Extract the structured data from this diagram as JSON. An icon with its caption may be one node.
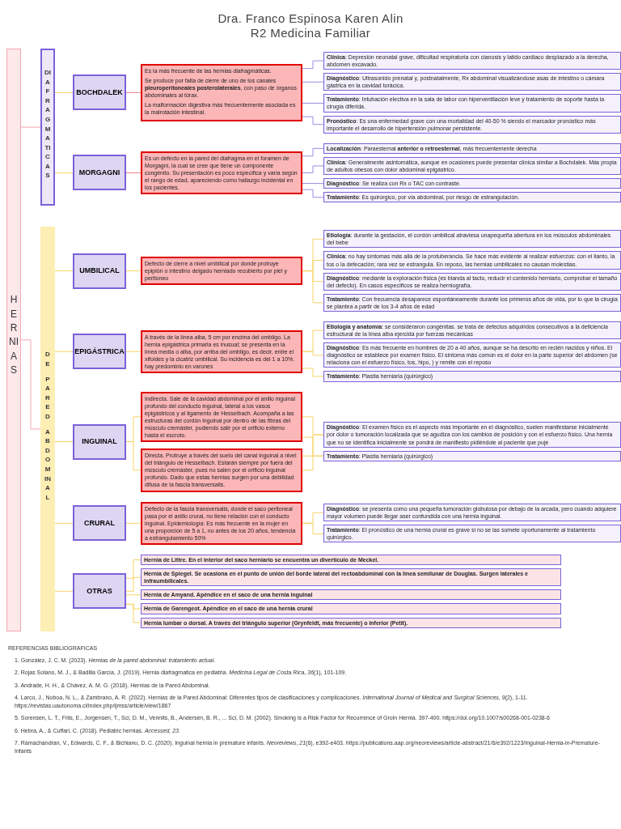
{
  "diagram": {
    "title": "Dra. Franco Espinosa Karen Alin",
    "nodes": [
      {
        "text": [
          "HERNIAS"
        ]
      },
      {
        "text": [
          "DIAFRAGMATICAS"
        ]
      },
      {
        "text": [
          "BOCHDALEK"
        ]
      },
      {
        "text": [
          "Es la más frecuente de las hernias diafragmáticas.",
          "Se produce por falta de cierre de uno de los canales **pleuroperitoneales posterolaterales**, con paso de órganos abdominales al tórax.",
          "La malformación digestiva más frecuentemente asociada es la malrotación intestinal."
        ]
      },
      {
        "text": [
          "**Clínica**: Depresión neonatal grave, dificultad respiratoria con cianosis y latido cardiaco desplazado a la derecha, abdomen excavado."
        ]
      },
      {
        "text": [
          "**Diagnóstico**: Ultrasonido prenatal y, postnatalmente, Rx abdominal visualizándose asas de intestino o cámara gástrica en la cavidad torácica."
        ]
      },
      {
        "text": [
          "**Tratamiento**: Intubación electiva en la sala de labor con hiperventilación leve y tratamiento de soporte hasta la cirugía diferida."
        ]
      },
      {
        "text": [
          "**Pronóstico**: Es una enfermedad grave con una mortalidad del 40-50 % siendo el marcador pronóstico más importante el desarrollo de hipertensión pulmonar persistente."
        ]
      },
      {
        "text": [
          "MORGAGNI"
        ]
      },
      {
        "text": [
          "Es un defecto en la pared del diafragma en el foramen de Morgagni, la cual se cree que tiene un componente congénito. Su presentación es poco específica y varía según el rango de edad, apareciendo como hallazgo incidental en los pacientes."
        ]
      },
      {
        "text": [
          "**Localización**: Paraesternal **anterior o retroesternal**, más frecuentemente derecha"
        ]
      },
      {
        "text": [
          "**Clínica**: Generalmente asintomática, aunque en ocasiones puede presentar clínica similar a Bochdalek. Más propia de adultos obesos con dolor abdominal epigástrico."
        ]
      },
      {
        "text": [
          "**Diagnóstico**: Se realiza con Rx o TAC con contraste."
        ]
      },
      {
        "text": [
          "**Tratamiento**: Es quirúrgico, por vía abdominal, por riesgo de estrangulación."
        ]
      },
      {
        "text": [
          "DE PARED ABDOMINAL"
        ]
      },
      {
        "text": [
          "UMBILICAL"
        ]
      },
      {
        "text": [
          "Defecto de cierre a nivel umbilical por donde protruye epiplón o intestino delgado herniado recubierto por piel y peritoneo"
        ]
      },
      {
        "text": [
          "**Etiología**: durante la gestación, el cordón umbilical atraviesa unapequeña abertura en los músculos abdominales del bebe"
        ]
      },
      {
        "text": [
          "**Clínica**: no hay síntomas más allá de la protuberancia. Se hace más evidente al realizar esfuerzos: con el llanto, la tos o la defecación; rara vez se estrangula. En reposo, las hernias umbilicales no causan molestias."
        ]
      },
      {
        "text": [
          "**Diagnóstico**: mediante la exploración física (es blanda al tacto, reducir el contenido herniario, comprobar el tamaño del defecto). En casos específicos se realiza herniografía."
        ]
      },
      {
        "text": [
          "**Tratamiento**: Con frecuencia desaparece espontáneamente durante los primeros años de vida, por lo que la cirugía se plantea a partir de los 3-4 años de edad"
        ]
      },
      {
        "text": [
          "EPIGÁSTRICA"
        ]
      },
      {
        "text": [
          "A través de la línea alba, 5 cm por encima del ombligo. La hernia epigástrica primaria es inusual; se presenta en la línea media o alba, por arriba del ombligo, es decir, entre el xifoides y la cicatriz umbilical. Su incidencia es del 1 a 10%. hay predominio en varones"
        ]
      },
      {
        "text": [
          "**Etiología y anatomía**: se consideraron congénitas. se trata de defectos adquiridos consecutivos a la deficiencia estructural de la línea alba ejercida por fuerzas mecánicas"
        ]
      },
      {
        "text": [
          "**Diagnóstico**: Es más frecuente en hombres de 20 a 40 años, aunque se ha descrito en recién nacidos y niños. El diagnóstico se establece por examen físico. El síntoma más común es el dolor en la parte superior del abdomen (se relaciona con el esfuerzo físico, tos, hipo, ) y remite con el reposo"
        ]
      },
      {
        "text": [
          "**Tratamiento**: Plastia herniaria (quirúrgico)"
        ]
      },
      {
        "text": [
          "INGUINAL"
        ]
      },
      {
        "text": [
          "Indirecta. Sale de la cavidad abdominal por el anillo inguinal profundo del conducto inguinal, lateral a los vasos epigástricos y al ligamento de Hesselbach. Acompaña a las estructuras del cordón inguinal por dentro de las fibras del músculo cremáster, pudiendo salir por el orificio externo hasta el escroto."
        ]
      },
      {
        "text": [
          "Directa. Protruye a través del suelo del canal inguinal a nivel del triángulo de Hesselbach. Estarán siempre por fuera del músculo cremáster, pues no salen por el orificio inguinal profundo. Dado que estas hernias surgen por una debilidad difusa de la fascia transversalis."
        ]
      },
      {
        "text": [
          "**Diagnóstico**: El examen físico es el aspecto más importante en el diagnóstico, suelen manifestarse inicialmente por dolor o tumoración localizada que se agudiza con los cambios de posición y con el esfuerzo físico. Una hernia que no se identifica inicialmente se pondrá de manifiesto pidiéndole al paciente que puje"
        ]
      },
      {
        "text": [
          "**Tratamiento**: Plastia herniaria (quirúrgico)"
        ]
      },
      {
        "text": [
          "CRURAL"
        ]
      },
      {
        "text": [
          "Defecto de la fascia transversalis, donde el saco peritoneal pasa por el anillo crural, no tiene relación con el conducto inguinal. Epidemiología: Es más frecuente en la mujer en una proporción de 5 a 1, no antes de los 20 años, tendencia a estrangulamiento 50%"
        ]
      },
      {
        "text": [
          "**Diagnóstico**: se presenta como una pequeña tumoración globulosa por debajo de la arcada, pero cuando adquiere mayor volumen puede llegar aser confundida con una hernia inguinal."
        ]
      },
      {
        "text": [
          "**Tratamiento**: El pronóstico de una hernia crural es grave si no se las somete oportunamente al tratamiento quirúrgico."
        ]
      },
      {
        "text": [
          "OTRAS"
        ]
      },
      {
        "text": [
          "Hernia de Littre. En el interior del saco herniario se encuentra un divertículo de Meckel."
        ]
      },
      {
        "text": [
          "Hernia de Spiegel. Se ocasiona en el punto de unión del borde lateral del rectoabdominal con la línea semilunar de Douglas. Surgen laterales e infraumbilicales."
        ]
      },
      {
        "text": [
          "Hernia de Amyand. Apéndice en el saco de una hernia inguinal"
        ]
      },
      {
        "text": [
          "Hernia de Garengeot. Apéndice en el saco de una hernia crural"
        ]
      },
      {
        "text": [
          "Hernia lumbar o dorsal. A través del triángulo superior (Grynfeldt, más frecuente) o inferior (Petit)."
        ]
      }
    ],
    "edges": [
      {
        "from": 0,
        "to": 1,
        "arrow": "none",
        "color": "#f4a6b0"
      },
      {
        "from": 0,
        "to": 14,
        "arrow": "none",
        "color": "#f4a6b0"
      },
      {
        "from": 1,
        "to": 2,
        "arrow": "none"
      },
      {
        "from": 2,
        "to": 3,
        "arrow": "none",
        "color": "#f08080"
      },
      {
        "from": 3,
        "to": 4,
        "arrow": "none",
        "color": "#9b8ee0"
      },
      {
        "from": 3,
        "to": 5,
        "arrow": "none",
        "color": "#9b8ee0"
      },
      {
        "from": 3,
        "to": 6,
        "arrow": "none",
        "color": "#9b8ee0"
      },
      {
        "from": 3,
        "to": 7,
        "arrow": "none",
        "color": "#9b8ee0"
      },
      {
        "from": 1,
        "to": 8,
        "arrow": "none"
      },
      {
        "from": 8,
        "to": 9,
        "arrow": "none",
        "color": "#f08080"
      },
      {
        "from": 9,
        "to": 10,
        "arrow": "none",
        "color": "#9b8ee0"
      },
      {
        "from": 9,
        "to": 11,
        "arrow": "none",
        "color": "#9b8ee0"
      },
      {
        "from": 9,
        "to": 12,
        "arrow": "none",
        "color": "#9b8ee0"
      },
      {
        "from": 9,
        "to": 13,
        "arrow": "none",
        "color": "#9b8ee0"
      },
      {
        "from": 14,
        "to": 15,
        "arrow": "none"
      },
      {
        "from": 15,
        "to": 16,
        "arrow": "none"
      },
      {
        "from": 16,
        "to": 17,
        "arrow": "none"
      },
      {
        "from": 16,
        "to": 18,
        "arrow": "none"
      },
      {
        "from": 16,
        "to": 19,
        "arrow": "none"
      },
      {
        "from": 16,
        "to": 20,
        "arrow": "none"
      },
      {
        "from": 14,
        "to": 21,
        "arrow": "none"
      },
      {
        "from": 21,
        "to": 22,
        "arrow": "none"
      },
      {
        "from": 22,
        "to": 23,
        "arrow": "none"
      },
      {
        "from": 22,
        "to": 24,
        "arrow": "none"
      },
      {
        "from": 22,
        "to": 25,
        "arrow": "none"
      },
      {
        "from": 14,
        "to": 26,
        "arrow": "none"
      },
      {
        "from": 26,
        "to": 27,
        "arrow": "none"
      },
      {
        "from": 26,
        "to": 28,
        "arrow": "none"
      },
      {
        "from": 27,
        "to": 29,
        "arrow": "none"
      },
      {
        "from": 27,
        "to": 30,
        "arrow": "none"
      },
      {
        "from": 28,
        "to": 29,
        "arrow": "none"
      },
      {
        "from": 28,
        "to": 30,
        "arrow": "none"
      },
      {
        "from": 14,
        "to": 31,
        "arrow": "none"
      },
      {
        "from": 31,
        "to": 32,
        "arrow": "none"
      },
      {
        "from": 32,
        "to": 33,
        "arrow": "none"
      },
      {
        "from": 32,
        "to": 34,
        "arrow": "none"
      },
      {
        "from": 14,
        "to": 35,
        "arrow": "none"
      },
      {
        "from": 35,
        "to": 36,
        "arrow": "none"
      },
      {
        "from": 35,
        "to": 37,
        "arrow": "none"
      },
      {
        "from": 35,
        "to": 38,
        "arrow": "none"
      },
      {
        "from": 35,
        "to": 39,
        "arrow": "none"
      },
      {
        "from": 35,
        "to": 40,
        "arrow": "none"
      }
    ],
    "labels": [
      "R2 Medicina Familiar",
      "REFERENCIAS BIBLIOGRAFICAS",
      "1. González, J. C. M. (2023). *Hernias de la pared abdominal: tratamiento actual*.",
      "2. Rojas Solano, M. J., & Badilla García, J. (2019). Hernia diafragmatica en pediatria. *Medicina Legal de Costa Rica*, *36*(1), 101-109.",
      "3. Andrade, H. H., & Chávez, A. M. G. (2018). Hernias de la Pared Abdominal.",
      "4. Larco, J., Noboa, N. L., & Zambrano, A. R. (2022). Hernias de la Pared Abdominal: Diferentes tipos de clasificaciones y complicaciones. *International Journal of Medical and Surgical Sciences*, *9*(2), 1-11. https://revistas.uautonoma.cl/index.php/ijmss/article/view/1867",
      "5. Sorensen, L. T., Friis, E., Jorgensen, T., Sci, D. M., Vennits, B., Andersen, B. R., ... Sci, D. M. (2002). Smoking is a Risk Factor for Recurrence of Groin Hernia. 397-400. https://doi.org/10.1007/s00268-001-0238-6",
      "6. Hebra, A., & Cuffari, C. (2018). Pediatric hernias. *Accessed, 23.*",
      "7. Ramachandran, V., Edwards, C. F., & Bichianu, D. C. (2020). Inguinal hernia in premature infants. *Neoreviews*, *21*(6), e392-e403. https://publications.aap.org/neoreviews/article-abstract/21/6/e392/1223/Inguinal-Hernia-in-Premature-Infants"
    ]
  }
}
